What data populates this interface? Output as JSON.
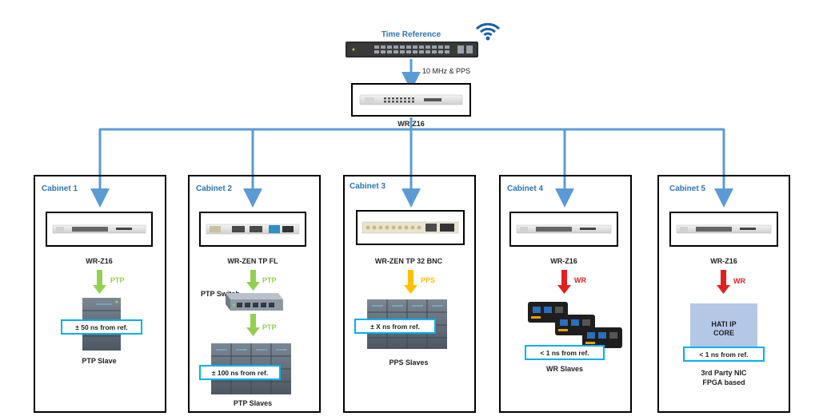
{
  "colors": {
    "blue_line": "#5b9bd5",
    "label_blue": "#2e75b6",
    "ptp_green": "#92d050",
    "pps_orange": "#ffc000",
    "wr_red": "#e02020",
    "badge_border": "#00b0f0",
    "frame": "#000000",
    "hati_fill": "#b4c7e7"
  },
  "top": {
    "time_reference": "Time Reference",
    "link_label": "10 MHz & PPS",
    "master_name": "WR-Z16"
  },
  "icons": [
    "wifi-icon",
    "switch-device",
    "rack-device",
    "server-rack",
    "wr-node"
  ],
  "cabinets": [
    {
      "title": "Cabinet 1",
      "device": "WR-Z16",
      "protocol": "PTP",
      "badge": "± 50 ns from ref.",
      "caption": "PTP Slave"
    },
    {
      "title": "Cabinet 2",
      "device": "WR-ZEN TP FL",
      "protocol": "PTP",
      "switch_label": "PTP Switch",
      "protocol2": "PTP",
      "badge": "± 100 ns from ref.",
      "caption": "PTP Slaves"
    },
    {
      "title": "Cabinet 3",
      "device": "WR-ZEN TP 32 BNC",
      "protocol": "PPS",
      "badge": "± X ns from ref.",
      "caption": "PPS Slaves"
    },
    {
      "title": "Cabinet 4",
      "device": "WR-Z16",
      "protocol": "WR",
      "badge": "< 1 ns from ref.",
      "caption": "WR Slaves"
    },
    {
      "title": "Cabinet 5",
      "device": "WR-Z16",
      "protocol": "WR",
      "core_line1": "HATI IP",
      "core_line2": "CORE",
      "badge": "< 1 ns from ref.",
      "caption_line1": "3rd Party NIC",
      "caption_line2": "FPGA based"
    }
  ]
}
